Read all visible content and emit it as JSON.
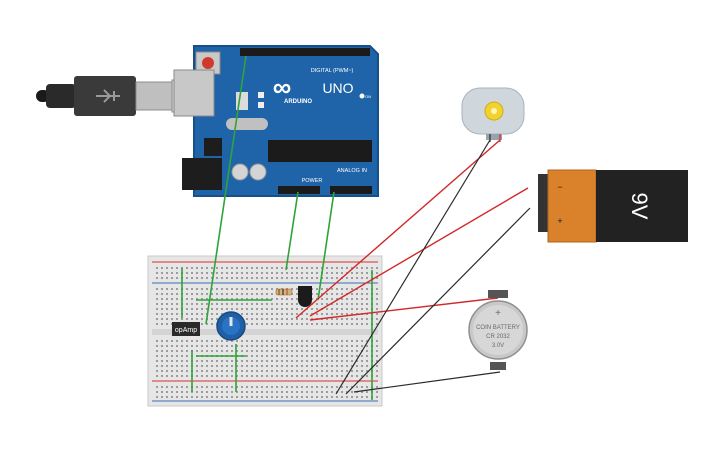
{
  "colors": {
    "board": "#1f64a8",
    "board_dark": "#174f87",
    "breadboard": "#e6e6e6",
    "rail_red": "#d9302c",
    "rail_blue": "#3b6fb5",
    "wire_green": "#2fa33a",
    "wire_red": "#d22828",
    "wire_black": "#2b2b2b",
    "battery_orange": "#d9822b",
    "battery_black": "#222222",
    "coin_cell": "#c8c8c8",
    "motor_body": "#cfd6dc",
    "motor_shaft": "#f2d22e",
    "pot_blue": "#1f5fa6"
  },
  "arduino": {
    "logo_symbol": "∞",
    "logo_text": "UNO",
    "brand": "ARDUINO",
    "digital_label": "DIGITAL (PWM~)",
    "power_label": "POWER",
    "analog_label": "ANALOG IN",
    "on_label": "ON"
  },
  "chip": {
    "label": "opAmp"
  },
  "battery_9v": {
    "voltage": "9V",
    "minus_sign": "−",
    "plus_sign": "+"
  },
  "coin_battery": {
    "plus_sign": "+",
    "line1": "COIN BATTERY",
    "line2": "CR 2032",
    "line3": "3.0V"
  }
}
